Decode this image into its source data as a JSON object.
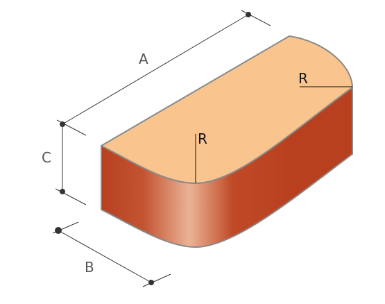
{
  "diagram": {
    "dimensions": {
      "a": "A",
      "b": "B",
      "c": "C"
    },
    "radius_labels": {
      "top": "R",
      "front": "R"
    },
    "colors": {
      "top_face": "#f9c48d",
      "side_dark": "#b7401f",
      "side_highlight": "#ebb396",
      "outline": "#8a8a8a",
      "dimension_line": "#333333",
      "label": "#555555"
    }
  }
}
